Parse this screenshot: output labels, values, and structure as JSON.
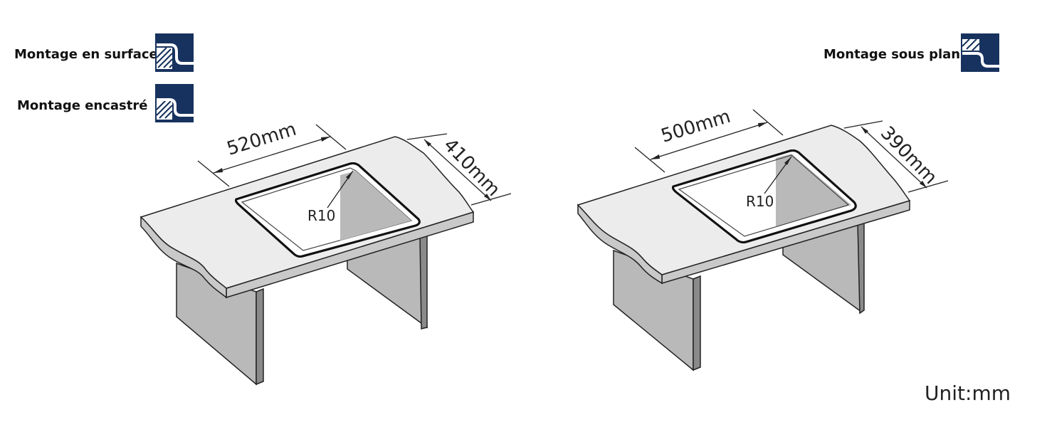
{
  "legend": {
    "surface_label": "Montage en surface",
    "flush_label": "Montage encastré",
    "undermount_label": "Montage sous plan"
  },
  "left_sink": {
    "width_label": "520mm",
    "depth_label": "410mm",
    "radius_label": "R10"
  },
  "right_sink": {
    "width_label": "500mm",
    "depth_label": "390mm",
    "radius_label": "R10"
  },
  "unit_label": "Unit:mm",
  "colors": {
    "icon_blue": "#17325e",
    "counter_top": "#ececec",
    "counter_edge": "#bdbdbd",
    "leg_face": "#b9b9b9",
    "leg_edge": "#8a8a8a",
    "outline": "#222222"
  }
}
